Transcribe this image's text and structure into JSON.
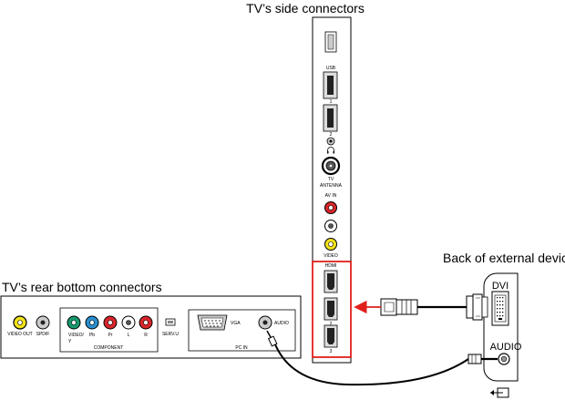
{
  "titles": {
    "side": "TV’s side connectors",
    "rear": "TV’s rear bottom connectors",
    "device": "Back of external device"
  },
  "side_panel": {
    "usb": "USB",
    "usb_1": "1",
    "usb_2": "2",
    "antenna_1": "TV",
    "antenna_2": "ANTENNA",
    "av_in": "AV IN",
    "video": "VIDEO",
    "hdmi": "HDMI",
    "hdmi_2": "2",
    "hdmi_3": "3"
  },
  "rear_panel": {
    "video_out": "VIDEO OUT",
    "spdif": "SPDIF",
    "video_y_1": "VIDEO/",
    "video_y_2": "Y",
    "pb": "Pb",
    "pr": "Pr",
    "l": "L",
    "r": "R",
    "component": "COMPONENT",
    "serv_u": "SERV.U",
    "vga": "VGA",
    "audio": "AUDIO",
    "pc_in": "PC IN"
  },
  "device": {
    "dvi": "DVI",
    "audio": "AUDIO"
  },
  "colors": {
    "highlight": "#e0201c",
    "jack_red": "#d8262b",
    "jack_yellow": "#f2e21a",
    "jack_green": "#179a6e",
    "jack_blue": "#2b8fd0",
    "panel_gray": "#d9d9d9"
  }
}
